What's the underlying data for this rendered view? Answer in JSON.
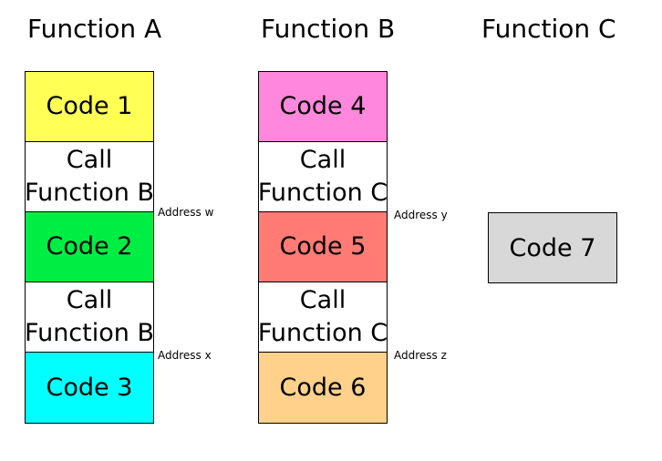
{
  "functions": {
    "a": {
      "title": "Function A",
      "blocks": [
        {
          "label": "Code 1",
          "color": "#ffff55"
        },
        {
          "line1": "Call",
          "line2": "Function B"
        },
        {
          "label": "Code 2",
          "color": "#00ee44"
        },
        {
          "line1": "Call",
          "line2": "Function B"
        },
        {
          "label": "Code 3",
          "color": "#00ffff"
        }
      ]
    },
    "b": {
      "title": "Function B",
      "blocks": [
        {
          "label": "Code 4",
          "color": "#ff88dd"
        },
        {
          "line1": "Call",
          "line2": "Function C"
        },
        {
          "label": "Code 5",
          "color": "#ff7b74"
        },
        {
          "line1": "Call",
          "line2": "Function C"
        },
        {
          "label": "Code 6",
          "color": "#ffd18a"
        }
      ]
    },
    "c": {
      "title": "Function C",
      "blocks": [
        {
          "label": "Code 7",
          "color": "#d8d8d8"
        }
      ]
    }
  },
  "addresses": {
    "w": "Address w",
    "x": "Address x",
    "y": "Address y",
    "z": "Address z"
  }
}
